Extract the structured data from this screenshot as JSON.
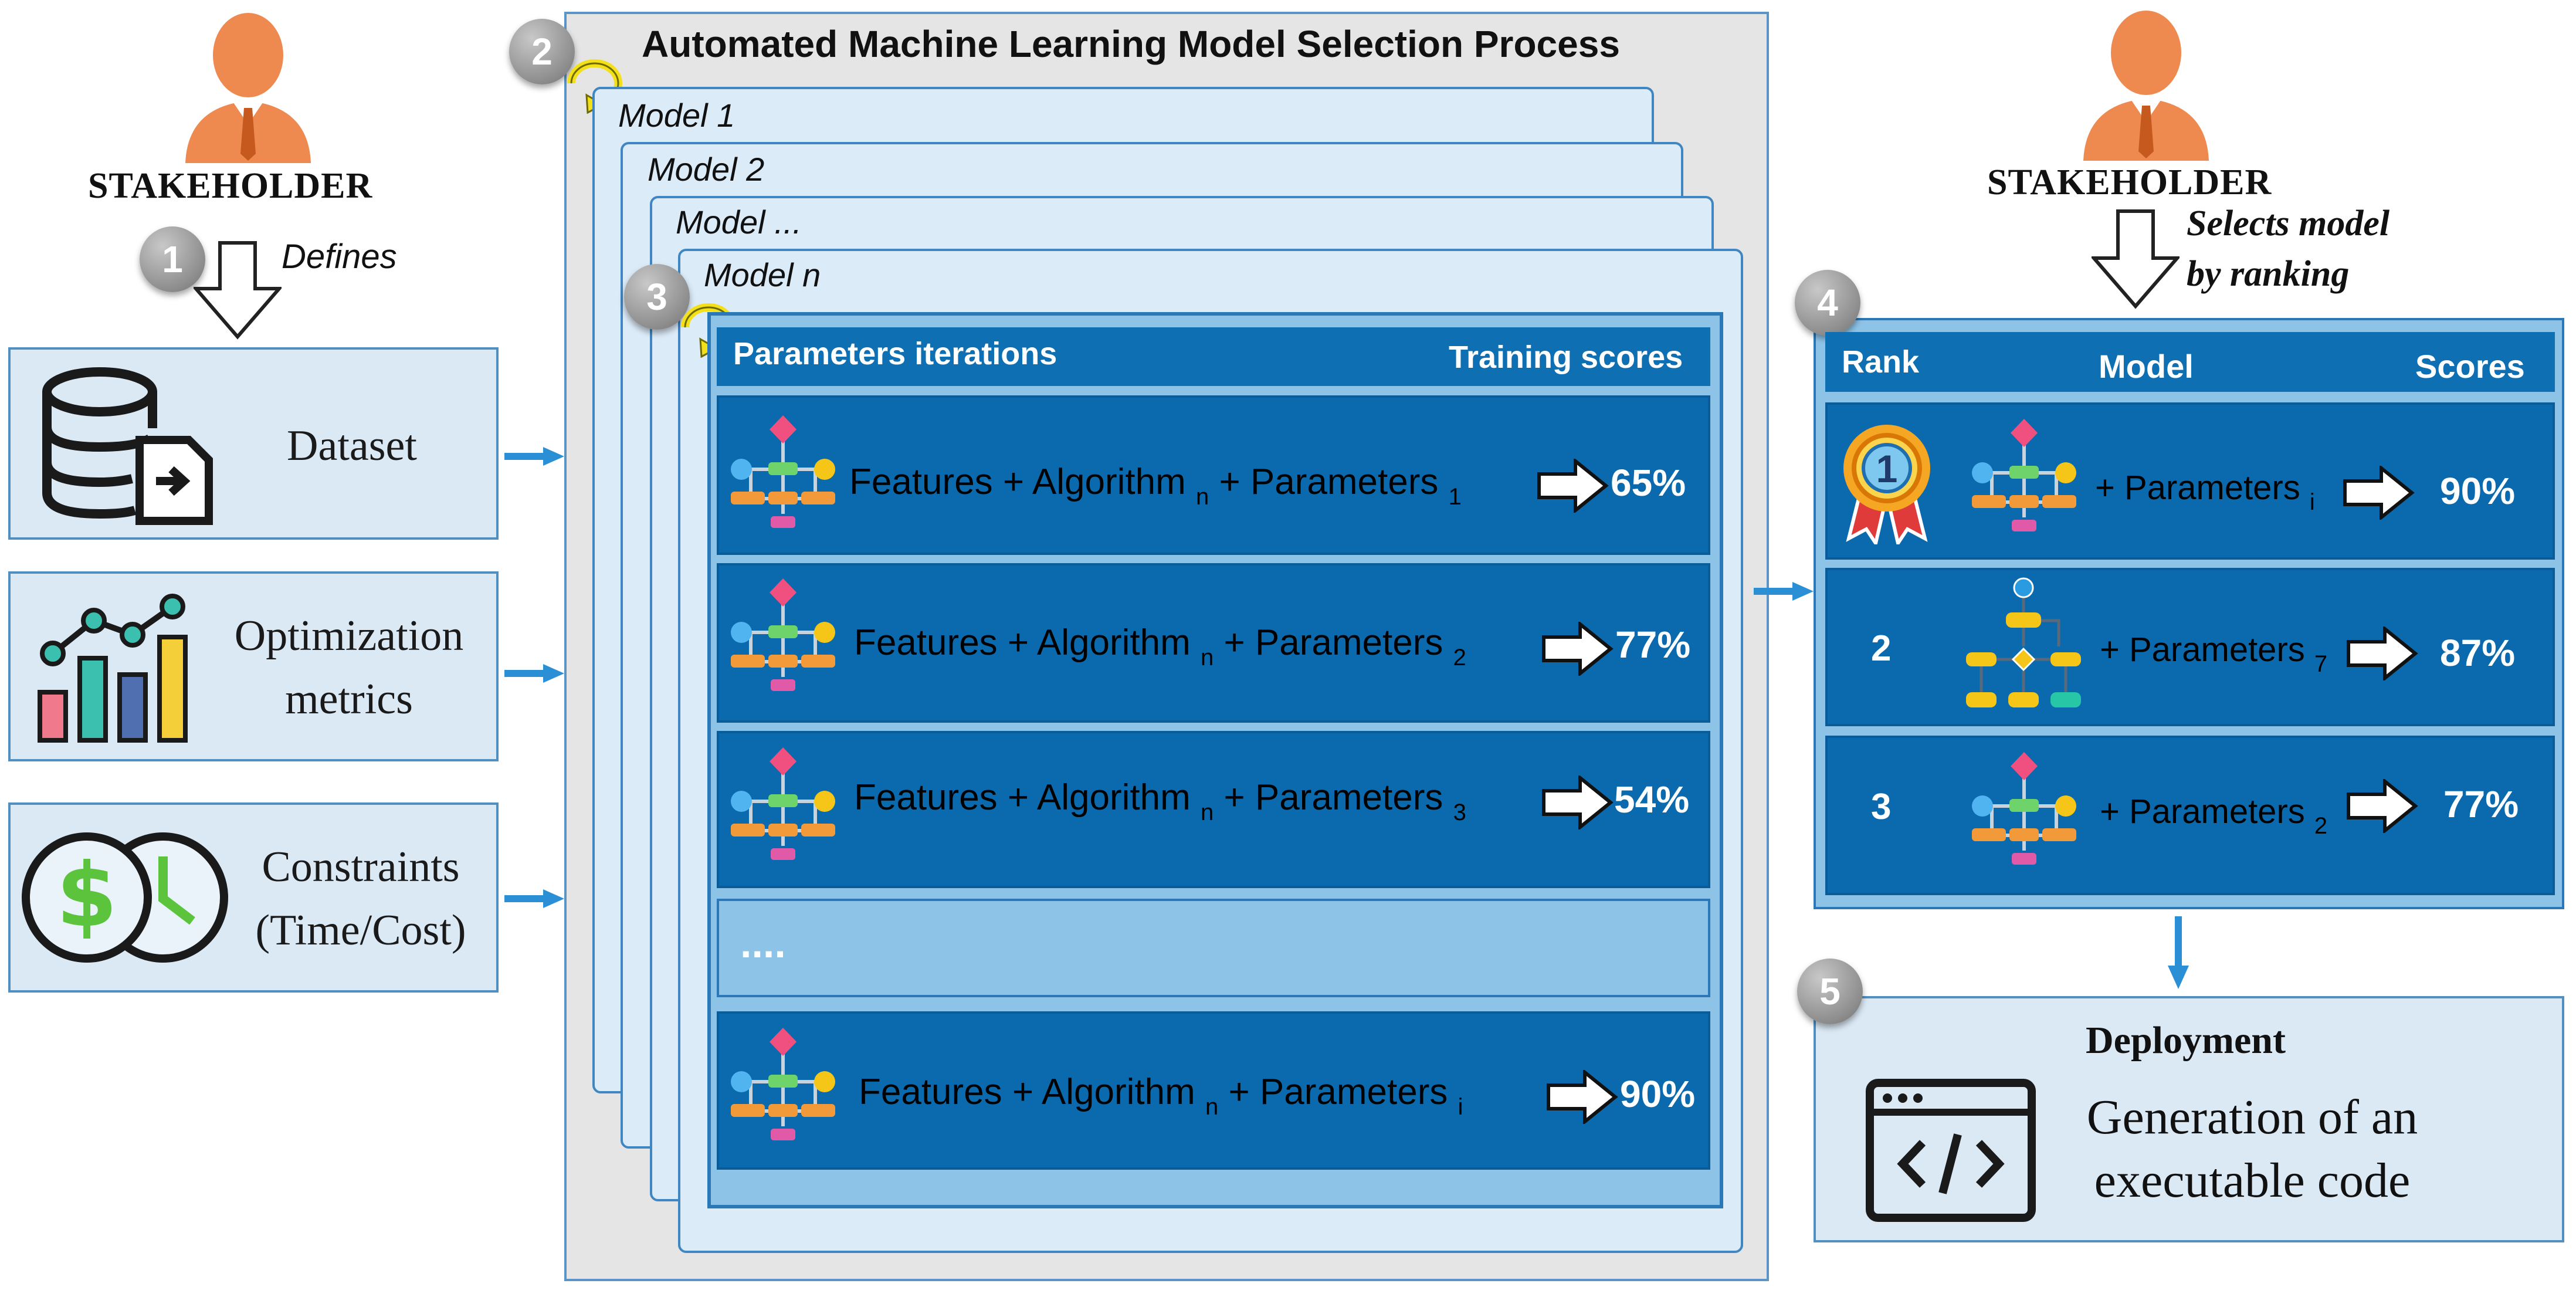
{
  "stakeholder_left": {
    "label": "STAKEHOLDER",
    "step": "1",
    "action": "Defines"
  },
  "inputs": [
    {
      "label_line1": "Dataset",
      "label_line2": "",
      "icon": "database-icon"
    },
    {
      "label_line1": "Optimization",
      "label_line2": "metrics",
      "icon": "bar-chart-icon"
    },
    {
      "label_line1": "Constraints",
      "label_line2": "(Time/Cost)",
      "icon": "money-clock-icon"
    }
  ],
  "selection_process": {
    "step": "2",
    "title": "Automated Machine Learning Model Selection Process",
    "models": [
      "Model 1",
      "Model 2",
      "Model ...",
      "Model n"
    ],
    "inner_step": "3",
    "header_left": "Parameters iterations",
    "header_right": "Training scores",
    "rows": [
      {
        "text": "Features + Algorithm",
        "alg_sub": "n",
        "param_text": "+ Parameters",
        "param_sub": "1",
        "score": "65%"
      },
      {
        "text": "Features + Algorithm",
        "alg_sub": "n",
        "param_text": "+ Parameters",
        "param_sub": "2",
        "score": "77%"
      },
      {
        "text": "Features + Algorithm",
        "alg_sub": "n",
        "param_text": "+ Parameters",
        "param_sub": "3",
        "score": "54%"
      },
      {
        "text": "Features + Algorithm",
        "alg_sub": "n",
        "param_text": "+ Parameters",
        "param_sub": "i",
        "score": "90%"
      }
    ],
    "ellipsis": "...."
  },
  "stakeholder_right": {
    "label": "STAKEHOLDER",
    "action_line1": "Selects model",
    "action_line2": "by ranking"
  },
  "ranking": {
    "step": "4",
    "headers": {
      "rank": "Rank",
      "model": "Model",
      "scores": "Scores"
    },
    "rows": [
      {
        "rank": "1",
        "param_text": "+ Parameters",
        "param_sub": "i",
        "score": "90%"
      },
      {
        "rank": "2",
        "param_text": "+ Parameters",
        "param_sub": "7",
        "score": "87%"
      },
      {
        "rank": "3",
        "param_text": "+ Parameters",
        "param_sub": "2",
        "score": "77%"
      }
    ]
  },
  "deployment": {
    "step": "5",
    "title": "Deployment",
    "line1": "Generation of an",
    "line2": "executable code",
    "icon": "code-window-icon"
  },
  "colors": {
    "dark_blue": "#0b6aae",
    "light_blue": "#8ec3e8",
    "pale_blue": "#dbe9f5",
    "person": "#ee8a4f",
    "loop": "#f4e01a"
  }
}
